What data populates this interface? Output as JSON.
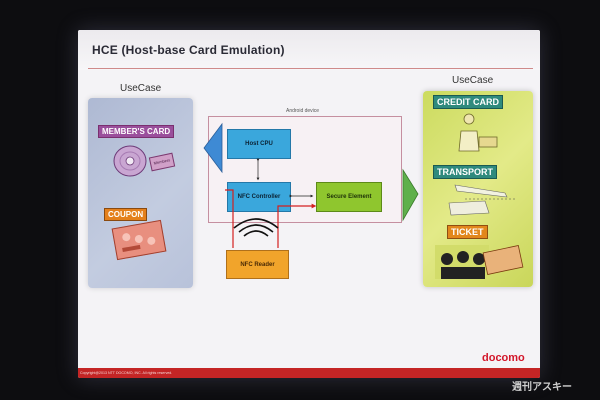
{
  "slide": {
    "title": "HCE (Host-base Card Emulation)",
    "left_usecase_label": "UseCase",
    "right_usecase_label": "UseCase",
    "member_card": "MEMBER'S CARD",
    "member_card_small": "Members",
    "coupon": "COUPON",
    "credit_card": "CREDIT CARD",
    "transport": "TRANSPORT",
    "ticket": "TICKET",
    "device_label": "Android device",
    "host_cpu": "Host CPU",
    "nfc_controller": "NFC Controller",
    "secure_element": "Secure Element",
    "nfc_reader": "NFC Reader",
    "copyright": "Copyright@2013 NTT DOCOMO, INC. All rights reserved.",
    "brand": "docomo"
  },
  "watermark": "週刊アスキー",
  "colors": {
    "title_text": "#2a2a35",
    "left_panel": "#b9c3db",
    "right_panel": "#d6e26d",
    "host_cpu": "#3aa7dc",
    "nfc_controller": "#3aa7dc",
    "secure_element": "#8fc62e",
    "nfc_reader": "#f1a42b",
    "footer": "#c42525",
    "brand": "#d3162a",
    "arrow_left": "#3e8ad4",
    "arrow_right": "#5fb04b",
    "signal_path": "#d42020"
  },
  "icons": [
    "cd-disc-icon",
    "coupon-ticket-icon",
    "credit-card-user-icon",
    "train-plane-icon",
    "audience-ticket-icon",
    "nfc-waves-icon"
  ]
}
